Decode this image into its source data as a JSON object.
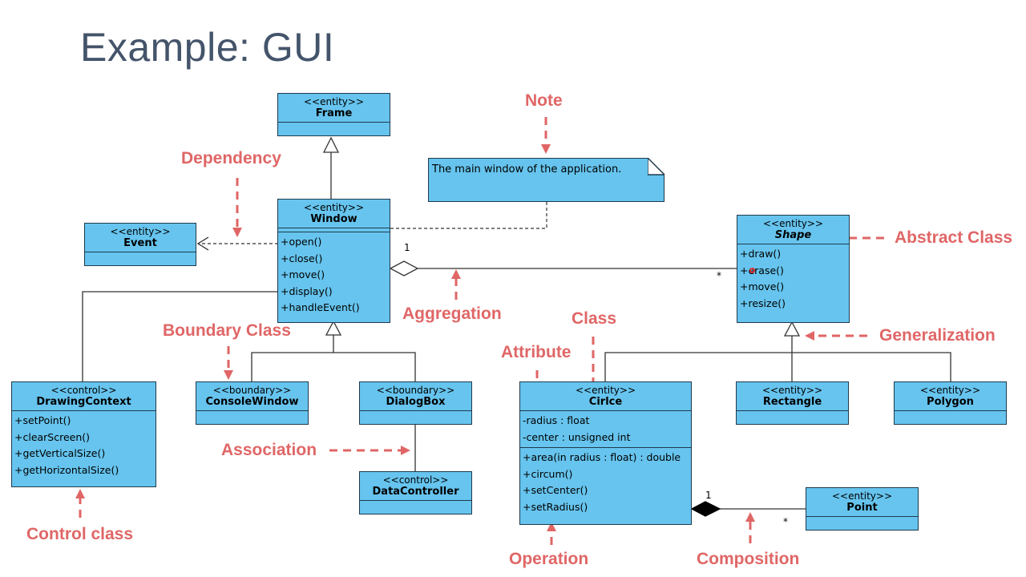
{
  "title": "Example: GUI",
  "classes": {
    "frame": {
      "stereotype": "<<entity>>",
      "name": "Frame"
    },
    "window": {
      "stereotype": "<<entity>>",
      "name": "Window",
      "ops": [
        "+open()",
        "+close()",
        "+move()",
        "+display()",
        "+handleEvent()"
      ]
    },
    "event": {
      "stereotype": "<<entity>>",
      "name": "Event"
    },
    "shape": {
      "stereotype": "<<entity>>",
      "name": "Shape",
      "ops": [
        "+draw()",
        "+erase()",
        "+move()",
        "+resize()"
      ]
    },
    "drawing_context": {
      "stereotype": "<<control>>",
      "name": "DrawingContext",
      "ops": [
        "+setPoint()",
        "+clearScreen()",
        "+getVerticalSize()",
        "+getHorizontalSize()"
      ]
    },
    "console_window": {
      "stereotype": "<<boundary>>",
      "name": "ConsoleWindow"
    },
    "dialog_box": {
      "stereotype": "<<boundary>>",
      "name": "DialogBox"
    },
    "data_controller": {
      "stereotype": "<<control>>",
      "name": "DataController"
    },
    "circle": {
      "stereotype": "<<entity>>",
      "name": "Cirlce",
      "attrs": [
        "-radius : float",
        "-center : unsigned int"
      ],
      "ops": [
        "+area(in radius : float) : double",
        "+circum()",
        "+setCenter()",
        "+setRadius()"
      ]
    },
    "rectangle": {
      "stereotype": "<<entity>>",
      "name": "Rectangle"
    },
    "polygon": {
      "stereotype": "<<entity>>",
      "name": "Polygon"
    },
    "point": {
      "stereotype": "<<entity>>",
      "name": "Point"
    }
  },
  "note": "The main window of the application.",
  "multiplicity": {
    "agg_one": "1",
    "agg_many": "*",
    "comp_one": "1",
    "comp_many": "*"
  },
  "annotations": {
    "note": "Note",
    "dependency": "Dependency",
    "abstract_class": "Abstract Class",
    "aggregation": "Aggregation",
    "class": "Class",
    "boundary_class": "Boundary Class",
    "attribute": "Attribute",
    "generalization": "Generalization",
    "association": "Association",
    "control_class": "Control class",
    "operation": "Operation",
    "composition": "Composition"
  },
  "colors": {
    "class_fill": "#66c4ee",
    "annotation": "#e06666",
    "title": "#44546a"
  }
}
